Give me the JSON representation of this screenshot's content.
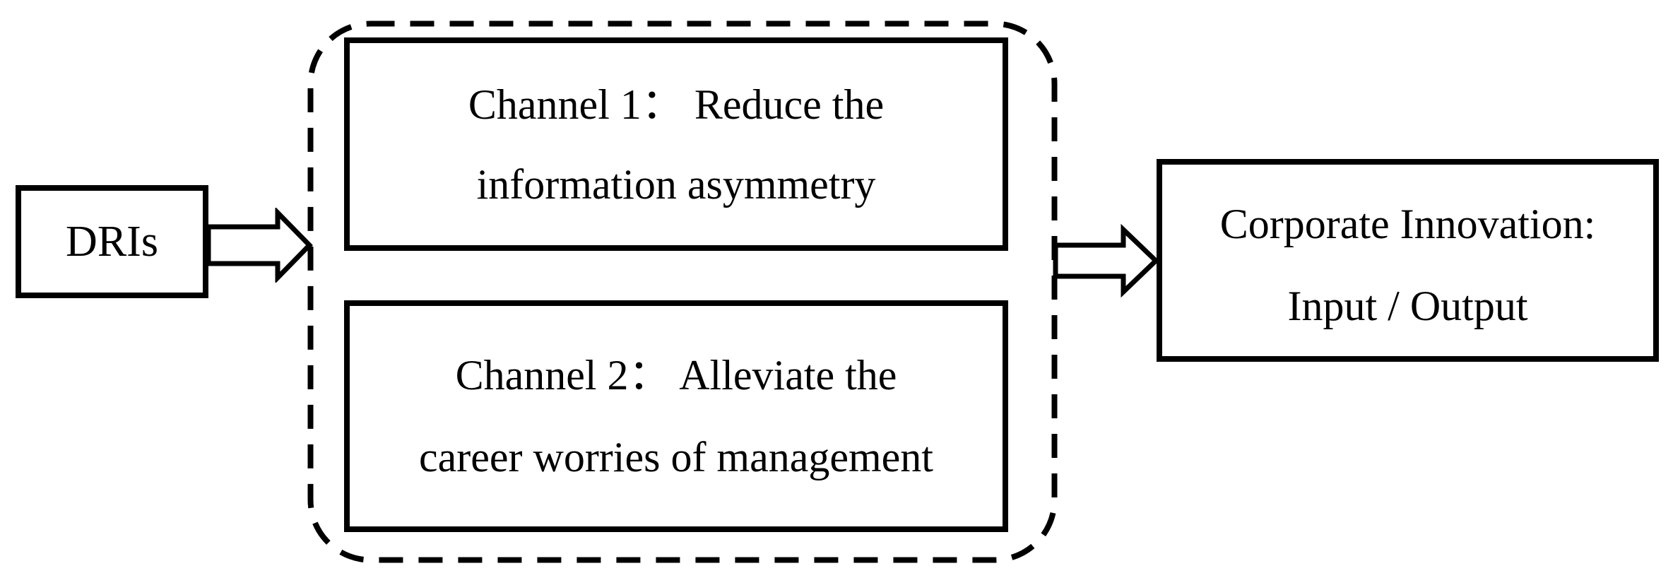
{
  "figure": {
    "background_color": "#ffffff",
    "line_color": "#000000",
    "dris_box": {
      "label": "DRIs"
    },
    "channels_group": {
      "border_style": "dashed-rounded-rectangle",
      "channel1_box": {
        "line1": "Channel 1：  Reduce the",
        "line2": "information asymmetry"
      },
      "channel2_box": {
        "line1": "Channel 2：  Alleviate the",
        "line2": "career worries of management"
      }
    },
    "innovation_box": {
      "line1": "Corporate Innovation:",
      "line2": "Input / Output"
    },
    "icons": {
      "flow_arrow": "hollow-block-arrow-right"
    }
  }
}
